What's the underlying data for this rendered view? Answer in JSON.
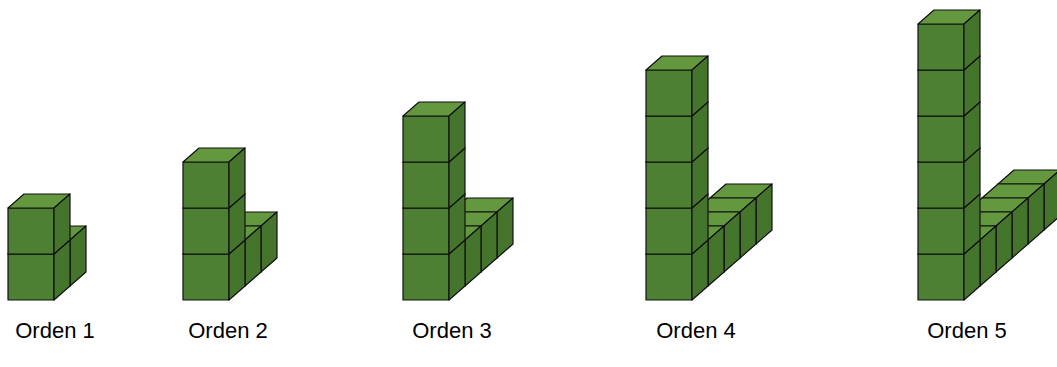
{
  "diagram": {
    "labels": [
      "Orden 1",
      "Orden 2",
      "Orden 3",
      "Orden 4",
      "Orden 5"
    ]
  }
}
